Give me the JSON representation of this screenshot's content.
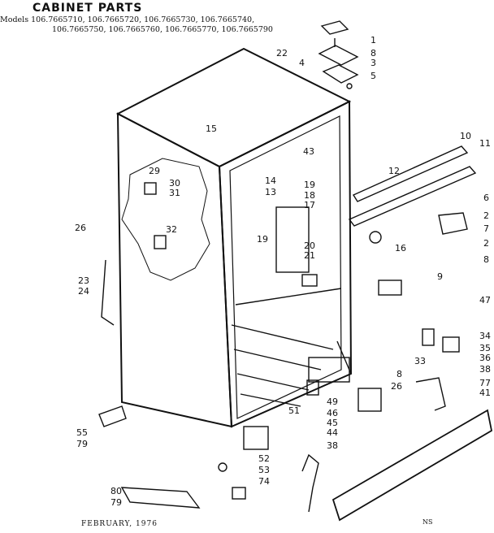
{
  "header": {
    "title": "CABINET PARTS",
    "models_label": "Models",
    "models_line1": "106.7665710, 106.7665720, 106.7665730, 106.7665740,",
    "models_line2": "106.7665750, 106.7665760, 106.7665770, 106.7665790"
  },
  "footer": {
    "date": "FEBRUARY, 1976",
    "corner_mark": "NS"
  },
  "callouts": [
    "1",
    "8",
    "3",
    "5",
    "4",
    "22",
    "15",
    "43",
    "10",
    "11",
    "12",
    "14",
    "13",
    "29",
    "30",
    "31",
    "32",
    "19",
    "18",
    "17",
    "6",
    "2",
    "7",
    "2",
    "8",
    "16",
    "26",
    "23",
    "24",
    "19",
    "20",
    "21",
    "9",
    "47",
    "34",
    "35",
    "36",
    "33",
    "8",
    "38",
    "77",
    "41",
    "26",
    "49",
    "46",
    "45",
    "44",
    "51",
    "38",
    "52",
    "53",
    "74",
    "55",
    "79",
    "80",
    "79"
  ]
}
